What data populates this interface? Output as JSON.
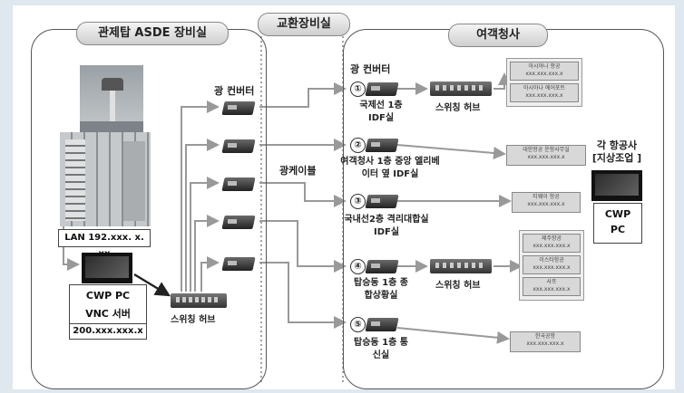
{
  "regions": {
    "control_tower": "관제탑 ASDE 장비실",
    "exchange": "교환장비실",
    "terminal": "여객청사"
  },
  "left": {
    "lan": "LAN 192.xxx. x. xx",
    "cwp_line1": "CWP PC",
    "cwp_line2": "VNC 서버",
    "ip": "200.xxx.xxx.x",
    "switch_hub": "스위칭 허브",
    "converter": "광 컨버터"
  },
  "exchange": {
    "cable": "광케이블"
  },
  "terminal": {
    "converter_header": "광 컨버터",
    "sites": [
      {
        "num": "①",
        "label": "국제선 1층 IDF실"
      },
      {
        "num": "②",
        "label": "여객청사 1층 중앙 엘리베이터 옆 IDF실"
      },
      {
        "num": "③",
        "label": "국내선2층 격리대합실 IDF실"
      },
      {
        "num": "④",
        "label": "탑승동 1층 종합상황실"
      },
      {
        "num": "⑤",
        "label": "탑승동 1층 통신실"
      }
    ],
    "switch_hub_1": "스위칭 허브",
    "switch_hub_4": "스위칭 허브",
    "airlines": {
      "g1": [
        {
          "name": "아시아나 항공",
          "ip": "xxx.xxx.xxx.x"
        },
        {
          "name": "아시아나 에어포트",
          "ip": "xxx.xxx.xxx.x"
        }
      ],
      "g2": {
        "name": "대한항공 운항사무실",
        "ip": "xxx.xxx.xxx.x"
      },
      "g3": {
        "name": "티웨이 항공",
        "ip": "xxx.xxx.xxx.x"
      },
      "g4": [
        {
          "name": "제주항공",
          "ip": "xxx.xxx.xxx.x"
        },
        {
          "name": "이스타항공",
          "ip": "xxx.xxx.xxx.x"
        },
        {
          "name": "사프",
          "ip": "xxx.xxx.xxx.x"
        }
      ],
      "g5": {
        "name": "한국공항",
        "ip": "xxx.xxx.xxx.x"
      }
    }
  },
  "right": {
    "title_line1": "각 항공사",
    "title_line2": "[지상조업 ]",
    "cwp_line1": "CWP",
    "cwp_line2": "PC"
  }
}
